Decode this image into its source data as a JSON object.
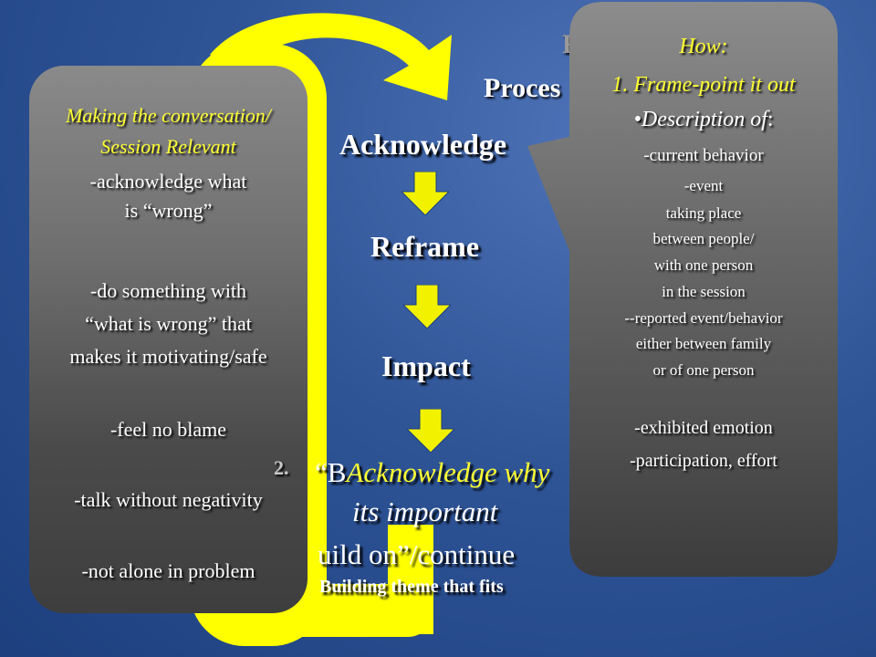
{
  "title": {
    "line1": "Relationship",
    "line2": "Process of Reframing",
    "visible1": "R",
    "visible2": "Proces"
  },
  "left_panel": {
    "heading1": "Making the conversation/",
    "heading2": "Session Relevant",
    "items": [
      "-acknowledge what",
      "is “wrong”",
      "-do something with",
      "“what is wrong” that",
      "makes it motivating/safe",
      "-feel no blame",
      "-talk without negativity",
      "-not alone in problem"
    ]
  },
  "steps": [
    "Acknowledge",
    "Reframe",
    "Impact"
  ],
  "final_step": {
    "line1a": "“B",
    "line1b": "Acknowledge why",
    "line2": "its important",
    "line3": "uild on”/continue",
    "line4": "Building theme that fits"
  },
  "right_panel": {
    "how": "How:",
    "point1": "1.  Frame-point it out",
    "description": "•Description of",
    "colon": ":",
    "lines": [
      "-current behavior",
      "-event",
      "taking place",
      "between people/",
      "with one person",
      "in the session",
      "--reported event/behavior",
      "either between family",
      "or of one person"
    ],
    "emotion": "-exhibited emotion",
    "participation": "-participation, effort"
  },
  "ghost_number": "2.",
  "colors": {
    "arrow_yellow": "#ffff00",
    "text_yellow": "#ffff33",
    "step_arrow": "#f2f200"
  }
}
